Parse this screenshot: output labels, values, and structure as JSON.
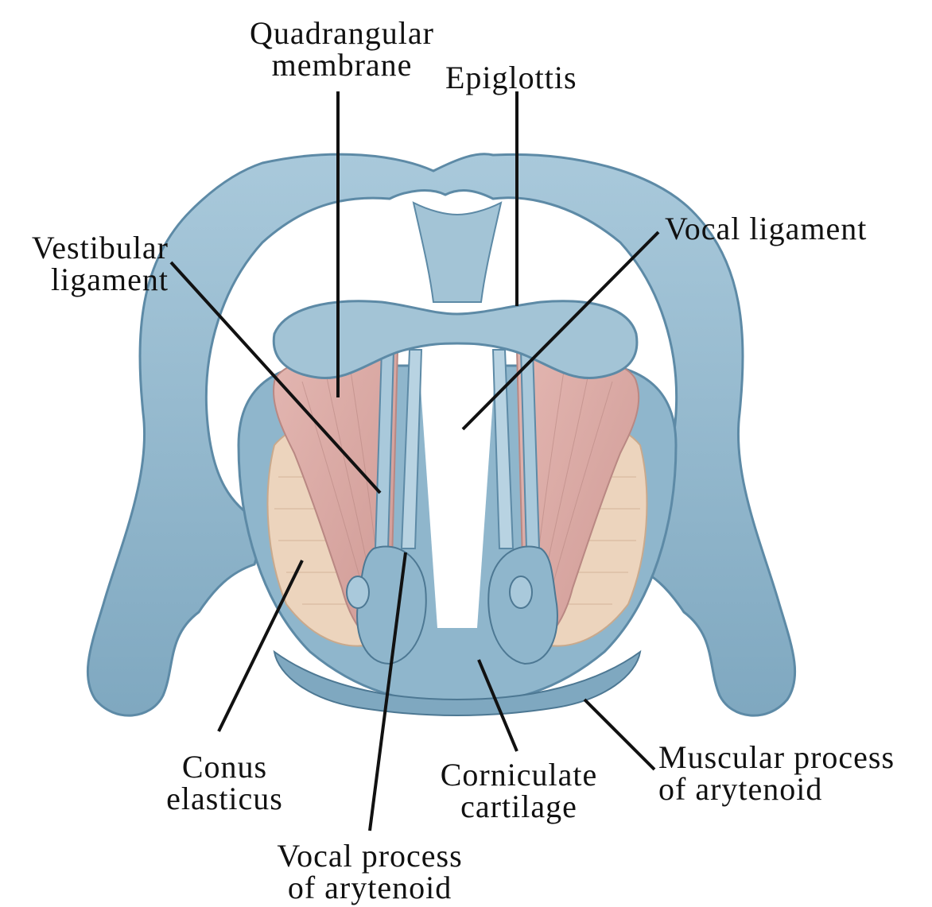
{
  "labels": {
    "quadrangular_membrane": [
      "Quadrangular",
      "membrane"
    ],
    "epiglottis": [
      "Epiglottis"
    ],
    "vocal_ligament": [
      "Vocal ligament"
    ],
    "vestibular_ligament": [
      "Vestibular",
      "ligament"
    ],
    "conus_elasticus": [
      "Conus",
      "elasticus"
    ],
    "corniculate_cartilage": [
      "Corniculate",
      "cartilage"
    ],
    "muscular_process": [
      "Muscular process",
      "of arytenoid"
    ],
    "vocal_process": [
      "Vocal process",
      "of arytenoid"
    ]
  },
  "colors": {
    "cartilage_fill": "#8fb6cc",
    "cartilage_dark": "#5d8aa6",
    "cartilage_light": "#b8d3e2",
    "membrane_fill": "#dcaaa5",
    "conus_fill": "#ecd4bd",
    "leader_line": "#111111"
  }
}
